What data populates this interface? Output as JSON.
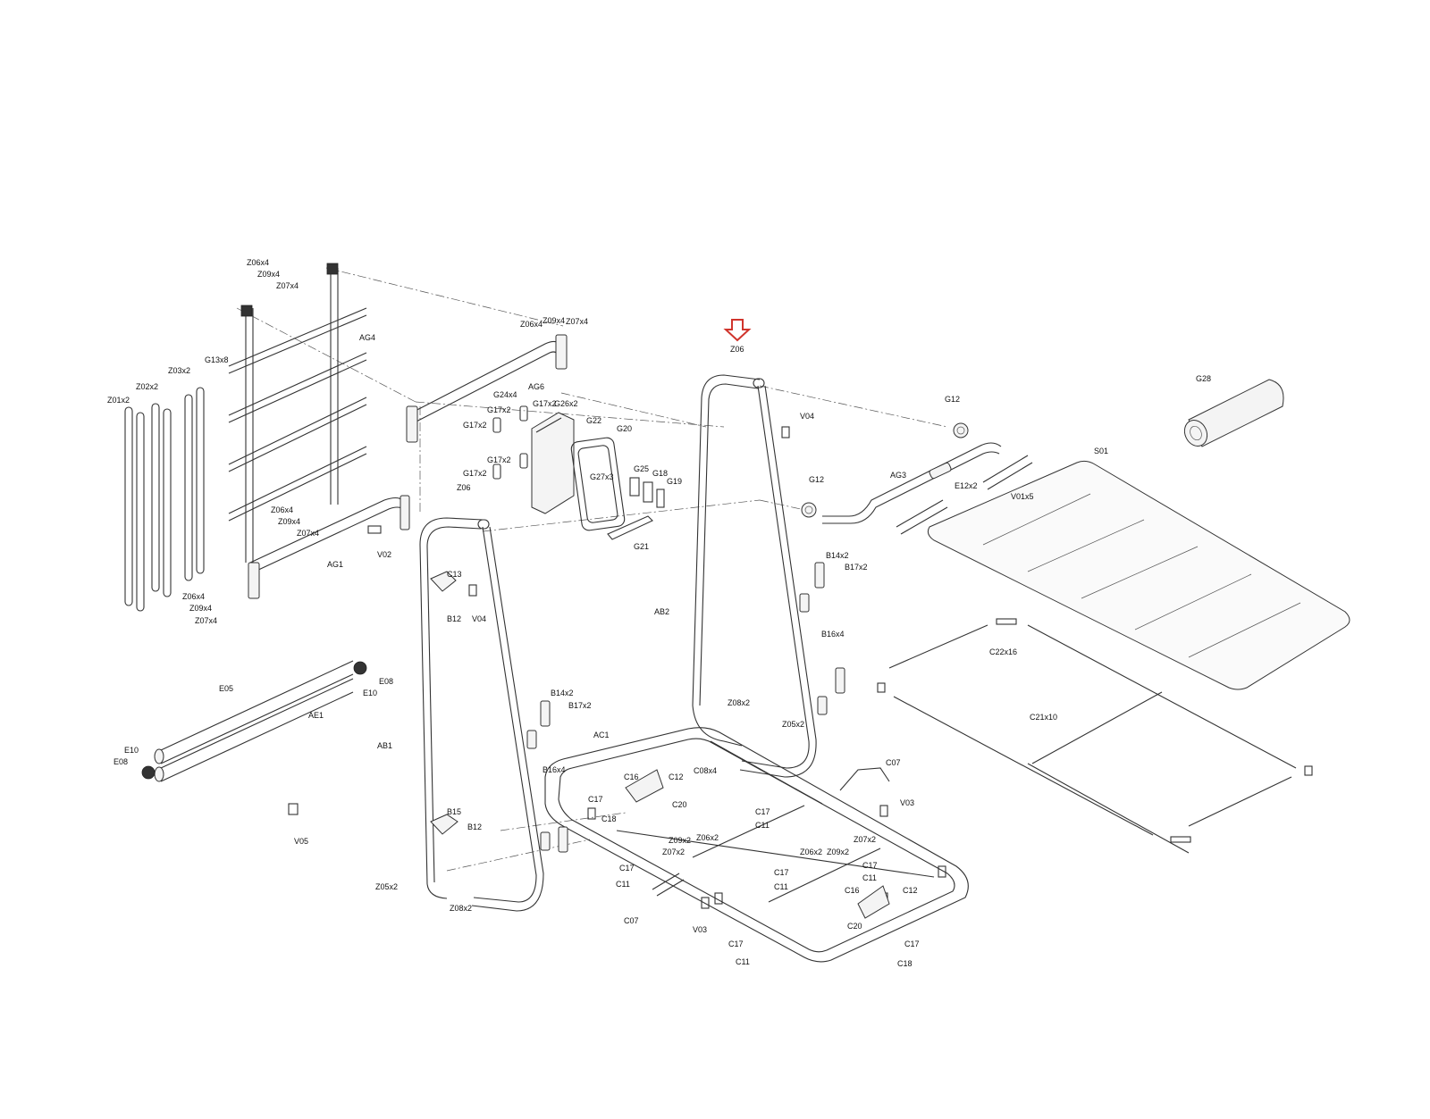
{
  "colors": {
    "arrow": "#d0342c",
    "line": "#333333"
  },
  "highlight_arrow": {
    "icon": "down-arrow-icon",
    "label": "Z06"
  },
  "labels": [
    "Z06x4",
    "Z09x4",
    "Z07x4",
    "AG4",
    "Z06x4",
    "Z09x4",
    "Z07x4",
    "AG6",
    "Z03x2",
    "Z02x2",
    "Z01x2",
    "G13x8",
    "G24x4",
    "G17x2",
    "G17x2",
    "G26x2",
    "G22",
    "G17x2",
    "G20",
    "G17x2",
    "G25",
    "G18",
    "G27x3",
    "G19",
    "G17x2",
    "Z06",
    "Z06x4",
    "Z09x4",
    "Z07x4",
    "V02",
    "AG1",
    "Z06x4",
    "Z09x4",
    "Z07x4",
    "G21",
    "C13",
    "B12",
    "V04",
    "V04",
    "G12",
    "G12",
    "AG3",
    "E12x2",
    "G28",
    "S01",
    "V01x5",
    "B14x2",
    "B17x2",
    "B16x4",
    "AB2",
    "C22x16",
    "C21x10",
    "E08",
    "E10",
    "E05",
    "AE1",
    "E10",
    "E08",
    "B14x2",
    "B17x2",
    "AB1",
    "B16x4",
    "Z08x2",
    "Z05x2",
    "AC1",
    "C08x4",
    "C16",
    "C12",
    "C17",
    "C18",
    "C20",
    "C07",
    "V03",
    "C17",
    "C11",
    "Z06x2",
    "Z09x2",
    "Z07x2",
    "B15",
    "B12",
    "V05",
    "Z09x2",
    "Z06x2",
    "Z07x2",
    "C17",
    "C17",
    "C11",
    "C11",
    "C17",
    "C11",
    "C16",
    "C12",
    "C20",
    "C07",
    "V03",
    "Z05x2",
    "Z08x2",
    "C17",
    "C11",
    "C17",
    "C18"
  ]
}
